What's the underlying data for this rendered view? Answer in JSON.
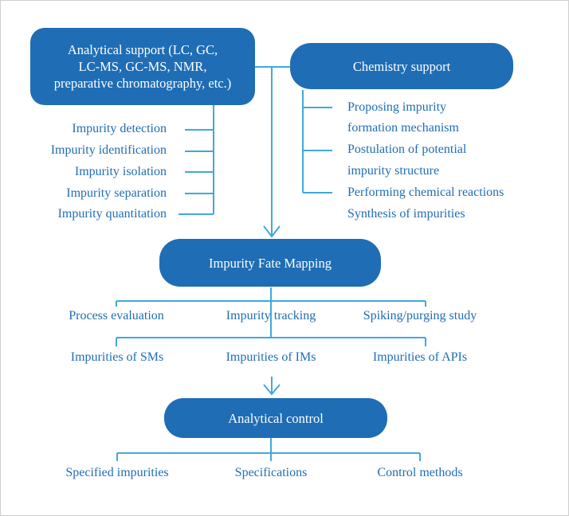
{
  "boxes": {
    "analytical_support": [
      "Analytical support (LC, GC,",
      "LC-MS, GC-MS, NMR,",
      "preparative chromatography, etc.)"
    ],
    "chemistry_support": "Chemistry support",
    "fate_mapping": "Impurity Fate Mapping",
    "analytical_control": "Analytical control"
  },
  "analytical_items": [
    "Impurity detection",
    "Impurity identification",
    "Impurity isolation",
    "Impurity separation",
    "Impurity quantitation"
  ],
  "chemistry_items": [
    "Proposing impurity",
    "formation mechanism",
    "Postulation of potential",
    "impurity structure",
    "Performing chemical reactions",
    "Synthesis of impurities"
  ],
  "fate_items": [
    "Process evaluation",
    "Impurity tracking",
    "Spiking/purging study"
  ],
  "impurity_types": [
    "Impurities of SMs",
    "Impurities of IMs",
    "Impurities of APIs"
  ],
  "control_items": [
    "Specified impurities",
    "Specifications",
    "Control methods"
  ],
  "colors": {
    "primary": "#1f6db5",
    "line": "#3fa9dc"
  }
}
